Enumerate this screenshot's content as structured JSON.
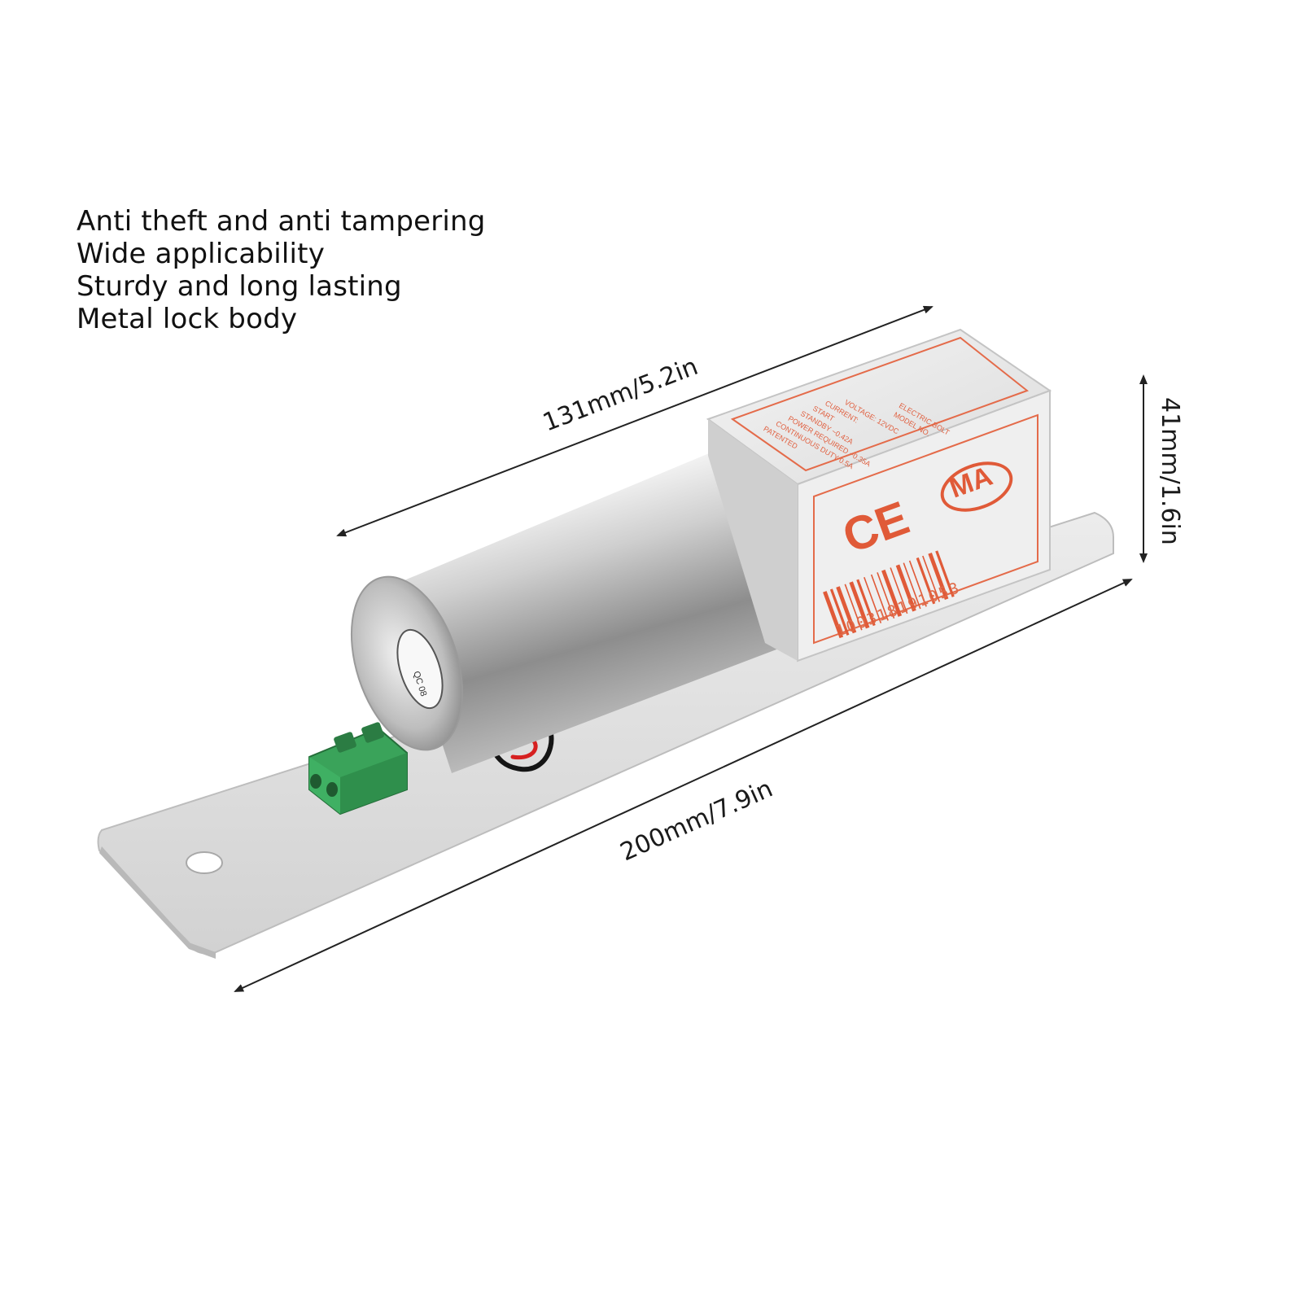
{
  "features": [
    "Anti theft and anti tampering",
    "Wide applicability",
    "Sturdy and long lasting",
    "Metal lock body"
  ],
  "dimensions": {
    "length_body": "131mm/5.2in",
    "length_plate": "200mm/7.9in",
    "height": "41mm/1.6in"
  },
  "label": {
    "title": "ELECTRIC BOLT",
    "model": "MODEL NO.",
    "voltage": "VOLTAGE:  12VDC",
    "current": "CURRENT:",
    "start": "START",
    "standby": "STANDBY   ~0.42A",
    "power": "POWER REQUIRED ~0.35A",
    "duty": "CONTINUOUS DUTY 0.5A",
    "patented": "PATENTED",
    "ce": "CE",
    "cma": "MA",
    "barcode": "100318191053"
  },
  "end_cap": {
    "sticker": "QC 08"
  },
  "colors": {
    "label_red": "#e05a38",
    "terminal_green": "#3aa35a",
    "metal": "#d8d8d8"
  }
}
